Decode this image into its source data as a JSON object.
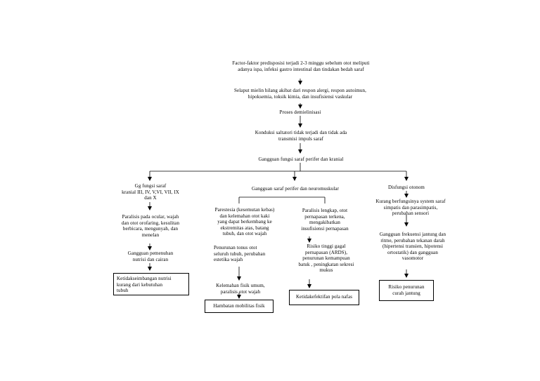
{
  "nodes": {
    "predisposition": "Factor-faktor predisposisi terjadi 2-3 minggu sebelum otot meliputi\nadanya ispa, infeksi gastro intestinal dan tindakan bedah saraf",
    "myelin_loss": "Selaput mielin hilang akibat dari respon alergi, respon autoimun,\nhipoksemia, toksik kimia, dan insufisiensi vaskular",
    "demyelination": "Proses demielinisasi",
    "no_saltatory": "Konduksi saltatori tidak terjadi dan tidak ada\ntransmisi impuls saraf",
    "nerve_disturbance": "Gangguan fungsi saraf perifer dan kranial",
    "cranial_branch": "Gg fungsi saraf\nkranial III, IV, V,VI, VII, IX\ndan X",
    "neuromuscular_branch": "Gangguan saraf perifer dan neuromuskular",
    "autonomic_branch": "Disfungsi otonom",
    "ocular_paralysis": "Paralisis pada ocular, wajah\ndan otot orofaring, kesulitan\nberbicara, mengunyah, dan\nmenelan",
    "nutrition_disturbance": "Gangguan pemenuhan\nnutrisi dan cairan",
    "nutrition_dx": "Ketidakseimbangan nutrisi\nkurang dari kebutuhan\ntubuh",
    "paresthesia": "Parestesia (kesemutan kebas)\ndan kelemahan otot kaki\nyang dapat berkembang ke\nekstremitas atas, batang\ntubuh, dan otot wajah",
    "muscle_tone": "Penurunan tonus otot\nseluruh tubuh, perubahan\nestetika wajah",
    "physical_weakness": "Kelemahan fisik umum,\nparalisis otot wajah",
    "mobility_dx": "Hambatan mobilitas fisik",
    "respiratory_paralysis": "Paralisis lengkap, otot\npernapasan terkena,\nmengakibatkan\ninsufisiensi pernapasan",
    "ards_risk": "Risiko tinggi gagal\npernapasan (ARDS),\npenurunan kemampuan\nbatuk , peningkatan sekresi\nmukus",
    "airway_dx": "Ketidakefektifan pola nafas",
    "sympathetic_loss": "Kurang berfungsinya system saraf\nsimpatis dan parasimpatis,\nperubahan sensori",
    "cardiac_disturbance": "Gangguan frekuensi jantung dan\nritme, perubahan tekanan darah\n(hipertensi transien, hipotensi\nortostatik) dan gangguan\nvasomotor",
    "cardiac_dx": "Risiko penurunan\ncurah jantung"
  }
}
